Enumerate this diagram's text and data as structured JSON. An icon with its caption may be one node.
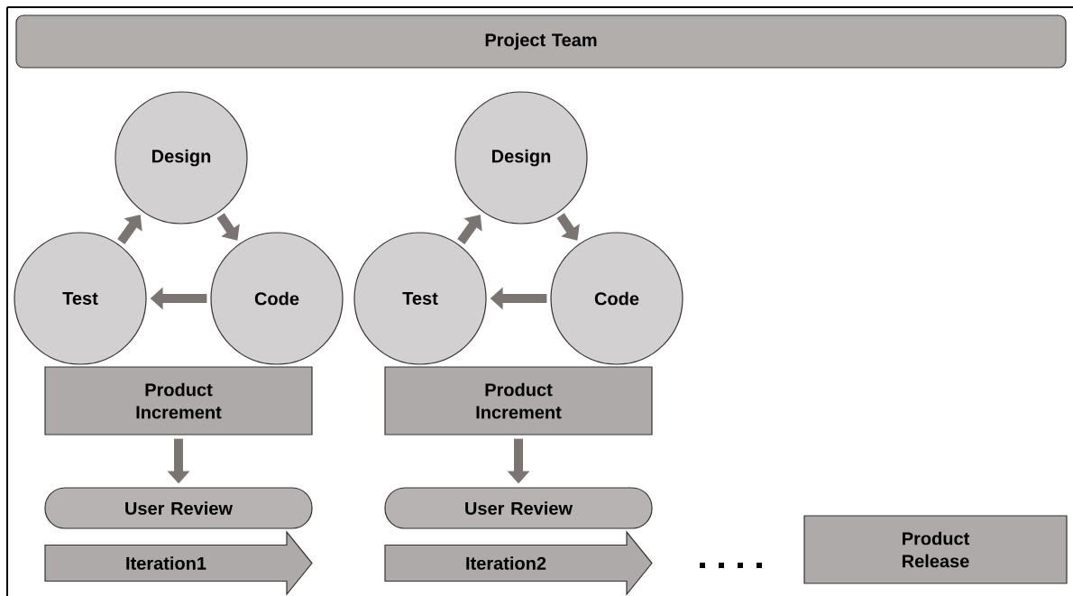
{
  "diagram": {
    "nodes": [
      {
        "text": [
          "Project Team"
        ]
      },
      {
        "text": [
          "Design"
        ]
      },
      {
        "text": [
          "Code"
        ]
      },
      {
        "text": [
          "Test"
        ]
      },
      {
        "text": [
          "Product Increment"
        ]
      },
      {
        "text": [
          "User Review"
        ]
      },
      {
        "text": [
          "Iteration1"
        ]
      },
      {
        "text": [
          "Design"
        ]
      },
      {
        "text": [
          "Code"
        ]
      },
      {
        "text": [
          "Test"
        ]
      },
      {
        "text": [
          "Product Increment"
        ]
      },
      {
        "text": [
          "User Review"
        ]
      },
      {
        "text": [
          "Iteration2"
        ]
      },
      {
        "text": [
          "Product Release"
        ]
      }
    ],
    "edges": [
      {
        "from": 3,
        "to": 1,
        "arrow": "to"
      },
      {
        "from": 1,
        "to": 2,
        "arrow": "to"
      },
      {
        "from": 2,
        "to": 3,
        "arrow": "to"
      },
      {
        "from": 4,
        "to": 5,
        "arrow": "to"
      },
      {
        "from": 9,
        "to": 7,
        "arrow": "to"
      },
      {
        "from": 7,
        "to": 8,
        "arrow": "to"
      },
      {
        "from": 8,
        "to": 9,
        "arrow": "to"
      },
      {
        "from": 10,
        "to": 11,
        "arrow": "to"
      }
    ]
  }
}
